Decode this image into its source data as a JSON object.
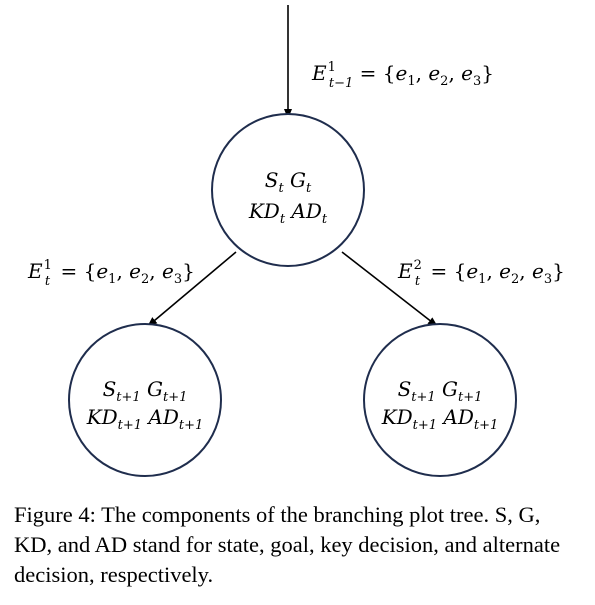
{
  "top_edge": {
    "base": "E",
    "sup": "1",
    "sub": "t−1",
    "rhs": " = {e",
    "set": [
      "1",
      "2",
      "3"
    ]
  },
  "left_edge": {
    "base": "E",
    "sup": "1",
    "sub": "t",
    "set": [
      "1",
      "2",
      "3"
    ]
  },
  "right_edge": {
    "base": "E",
    "sup": "2",
    "sub": "t",
    "set": [
      "1",
      "2",
      "3"
    ]
  },
  "root_node": {
    "line1": [
      {
        "v": "S",
        "s": "t"
      },
      {
        "v": "G",
        "s": "t"
      }
    ],
    "line2": [
      {
        "v": "KD",
        "s": "t"
      },
      {
        "v": "AD",
        "s": "t"
      }
    ]
  },
  "child_node": {
    "line1": [
      {
        "v": "S",
        "s": "t+1"
      },
      {
        "v": "G",
        "s": "t+1"
      }
    ],
    "line2": [
      {
        "v": "KD",
        "s": "t+1"
      },
      {
        "v": "AD",
        "s": "t+1"
      }
    ]
  },
  "caption": "Figure 4: The components of the branching plot tree. S, G, KD, and AD stand for state, goal, key decision, and alternate decision, respectively.",
  "colors": {
    "node_stroke": "#1f2d4d",
    "edge": "#000000"
  }
}
